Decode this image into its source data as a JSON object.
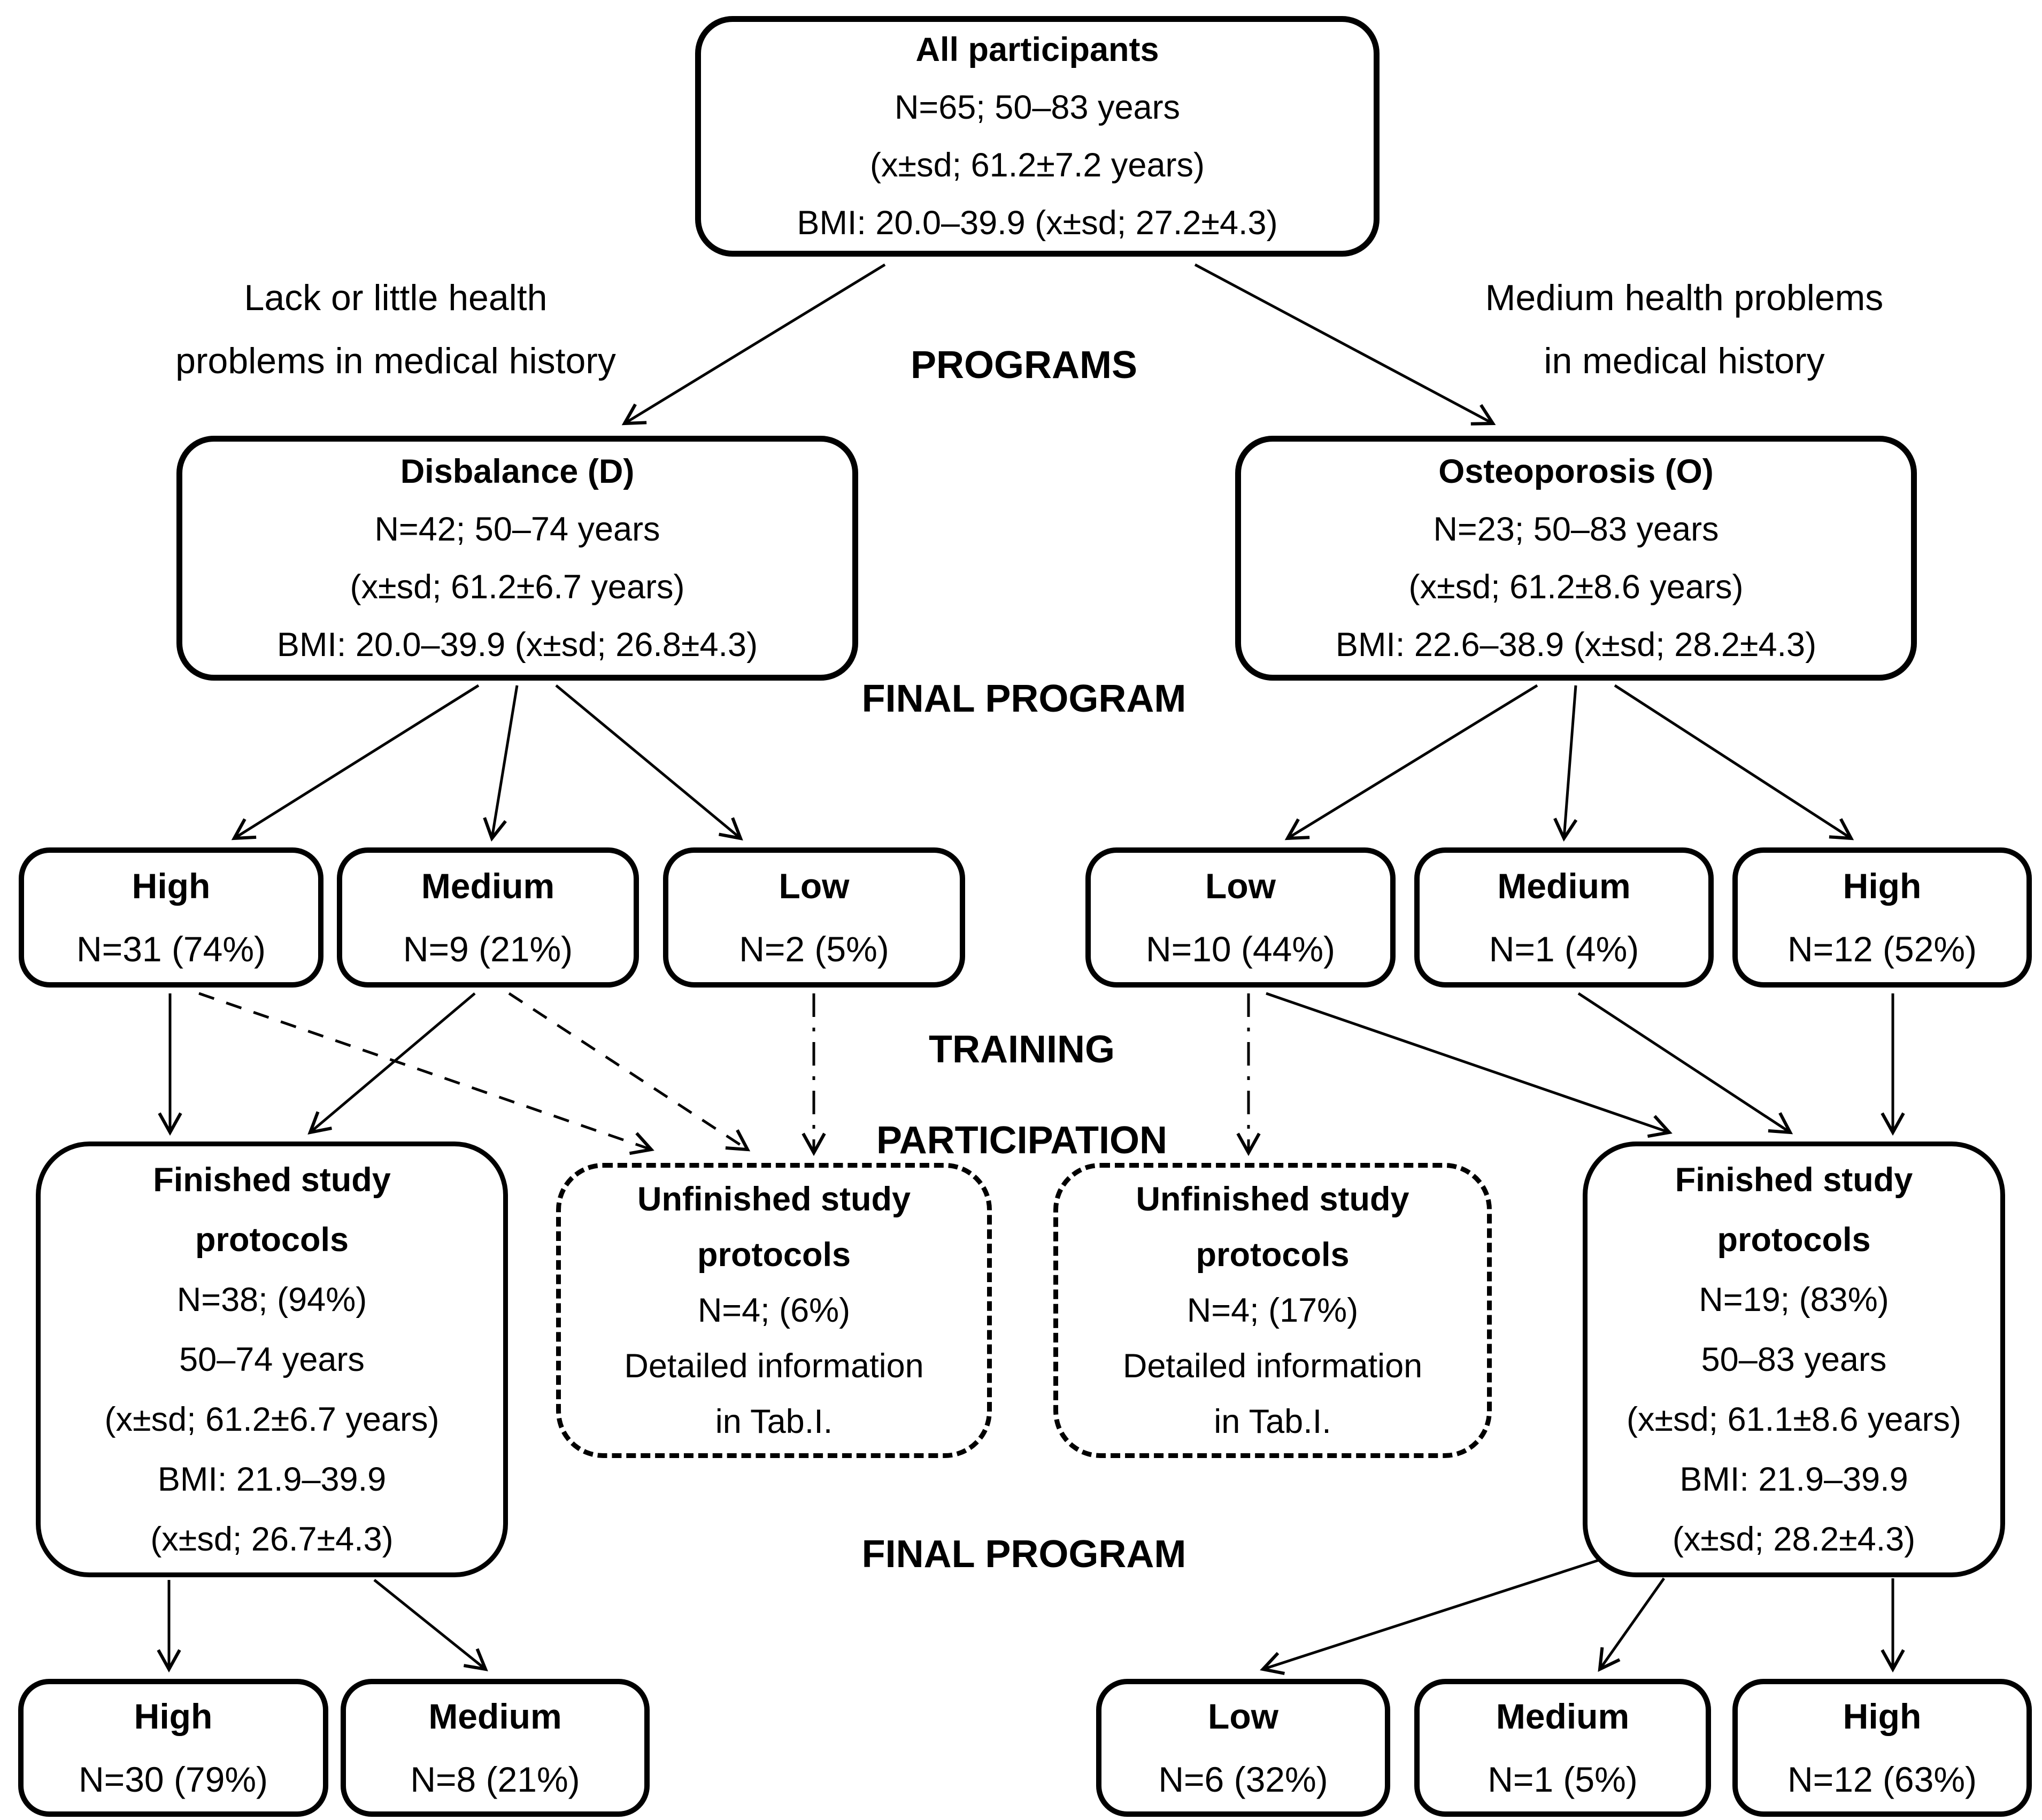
{
  "figure": {
    "description": "Study participant flow diagram",
    "colors": {
      "ink": "#000000",
      "background": "#ffffff"
    }
  },
  "labels": {
    "left_note_l1": "Lack or little health",
    "left_note_l2": "problems in medical history",
    "right_note_l1": "Medium health problems",
    "right_note_l2": "in medical history",
    "programs": "PROGRAMS",
    "final_program_1": "FINAL PROGRAM",
    "training_l1": "TRAINING",
    "training_l2": "PARTICIPATION",
    "final_program_2": "FINAL PROGRAM"
  },
  "nodes": {
    "all": {
      "title": "All participants",
      "lines": [
        "N=65; 50–83 years",
        "(x±sd; 61.2±7.2 years)",
        "BMI: 20.0–39.9 (x±sd; 27.2±4.3)"
      ]
    },
    "disbalance": {
      "title": "Disbalance (D)",
      "lines": [
        "N=42; 50–74 years",
        "(x±sd; 61.2±6.7 years)",
        "BMI: 20.0–39.9 (x±sd; 26.8±4.3)"
      ]
    },
    "osteoporosis": {
      "title": "Osteoporosis (O)",
      "lines": [
        "N=23; 50–83 years",
        "(x±sd; 61.2±8.6 years)",
        "BMI: 22.6–38.9 (x±sd; 28.2±4.3)"
      ]
    },
    "d_high": {
      "title": "High",
      "value": "N=31 (74%)"
    },
    "d_medium": {
      "title": "Medium",
      "value": "N=9 (21%)"
    },
    "d_low": {
      "title": "Low",
      "value": "N=2 (5%)"
    },
    "o_low": {
      "title": "Low",
      "value": "N=10 (44%)"
    },
    "o_medium": {
      "title": "Medium",
      "value": "N=1 (4%)"
    },
    "o_high": {
      "title": "High",
      "value": "N=12 (52%)"
    },
    "d_finished": {
      "title_l1": "Finished study",
      "title_l2": "protocols",
      "lines": [
        "N=38; (94%)",
        "50–74 years",
        "(x±sd; 61.2±6.7 years)",
        "BMI: 21.9–39.9",
        "(x±sd; 26.7±4.3)"
      ]
    },
    "d_unfinished": {
      "title_l1": "Unfinished study",
      "title_l2": "protocols",
      "lines": [
        "N=4; (6%)",
        "Detailed information",
        "in Tab.I."
      ]
    },
    "o_unfinished": {
      "title_l1": "Unfinished study",
      "title_l2": "protocols",
      "lines": [
        "N=4; (17%)",
        "Detailed information",
        "in Tab.I."
      ]
    },
    "o_finished": {
      "title_l1": "Finished study",
      "title_l2": "protocols",
      "lines": [
        "N=19; (83%)",
        "50–83 years",
        "(x±sd; 61.1±8.6 years)",
        "BMI: 21.9–39.9",
        "(x±sd; 28.2±4.3)"
      ]
    },
    "b_high_left": {
      "title": "High",
      "value": "N=30 (79%)"
    },
    "b_medium_left": {
      "title": "Medium",
      "value": "N=8 (21%)"
    },
    "b_low_right": {
      "title": "Low",
      "value": "N=6 (32%)"
    },
    "b_medium_right": {
      "title": "Medium",
      "value": "N=1 (5%)"
    },
    "b_high_right": {
      "title": "High",
      "value": "N=12 (63%)"
    }
  }
}
